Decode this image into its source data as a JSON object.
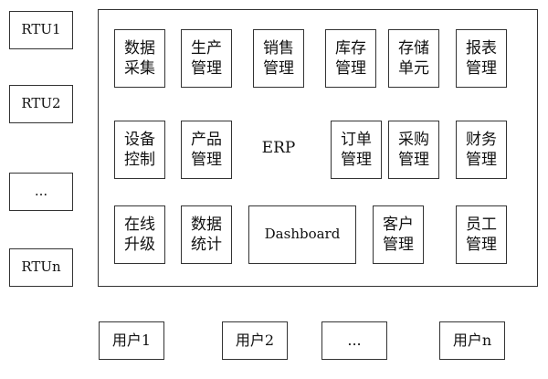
{
  "rtu": [
    "RTU1",
    "RTU2",
    "...",
    "RTUn"
  ],
  "users": [
    "用户1",
    "用户2",
    "...",
    "用户n"
  ],
  "erp_label": "ERP",
  "modules": {
    "data_collection": "数据\n采集",
    "production": "生产\n管理",
    "sales": "销售\n管理",
    "inventory": "库存\n管理",
    "storage_unit": "存储\n单元",
    "reports": "报表\n管理",
    "device_control": "设备\n控制",
    "product": "产品\n管理",
    "orders": "订单\n管理",
    "purchasing": "采购\n管理",
    "finance": "财务\n管理",
    "online_upgrade": "在线\n升级",
    "data_statistics": "数据\n统计",
    "dashboard": "Dashboard",
    "customers": "客户\n管理",
    "staff": "员工\n管理"
  }
}
